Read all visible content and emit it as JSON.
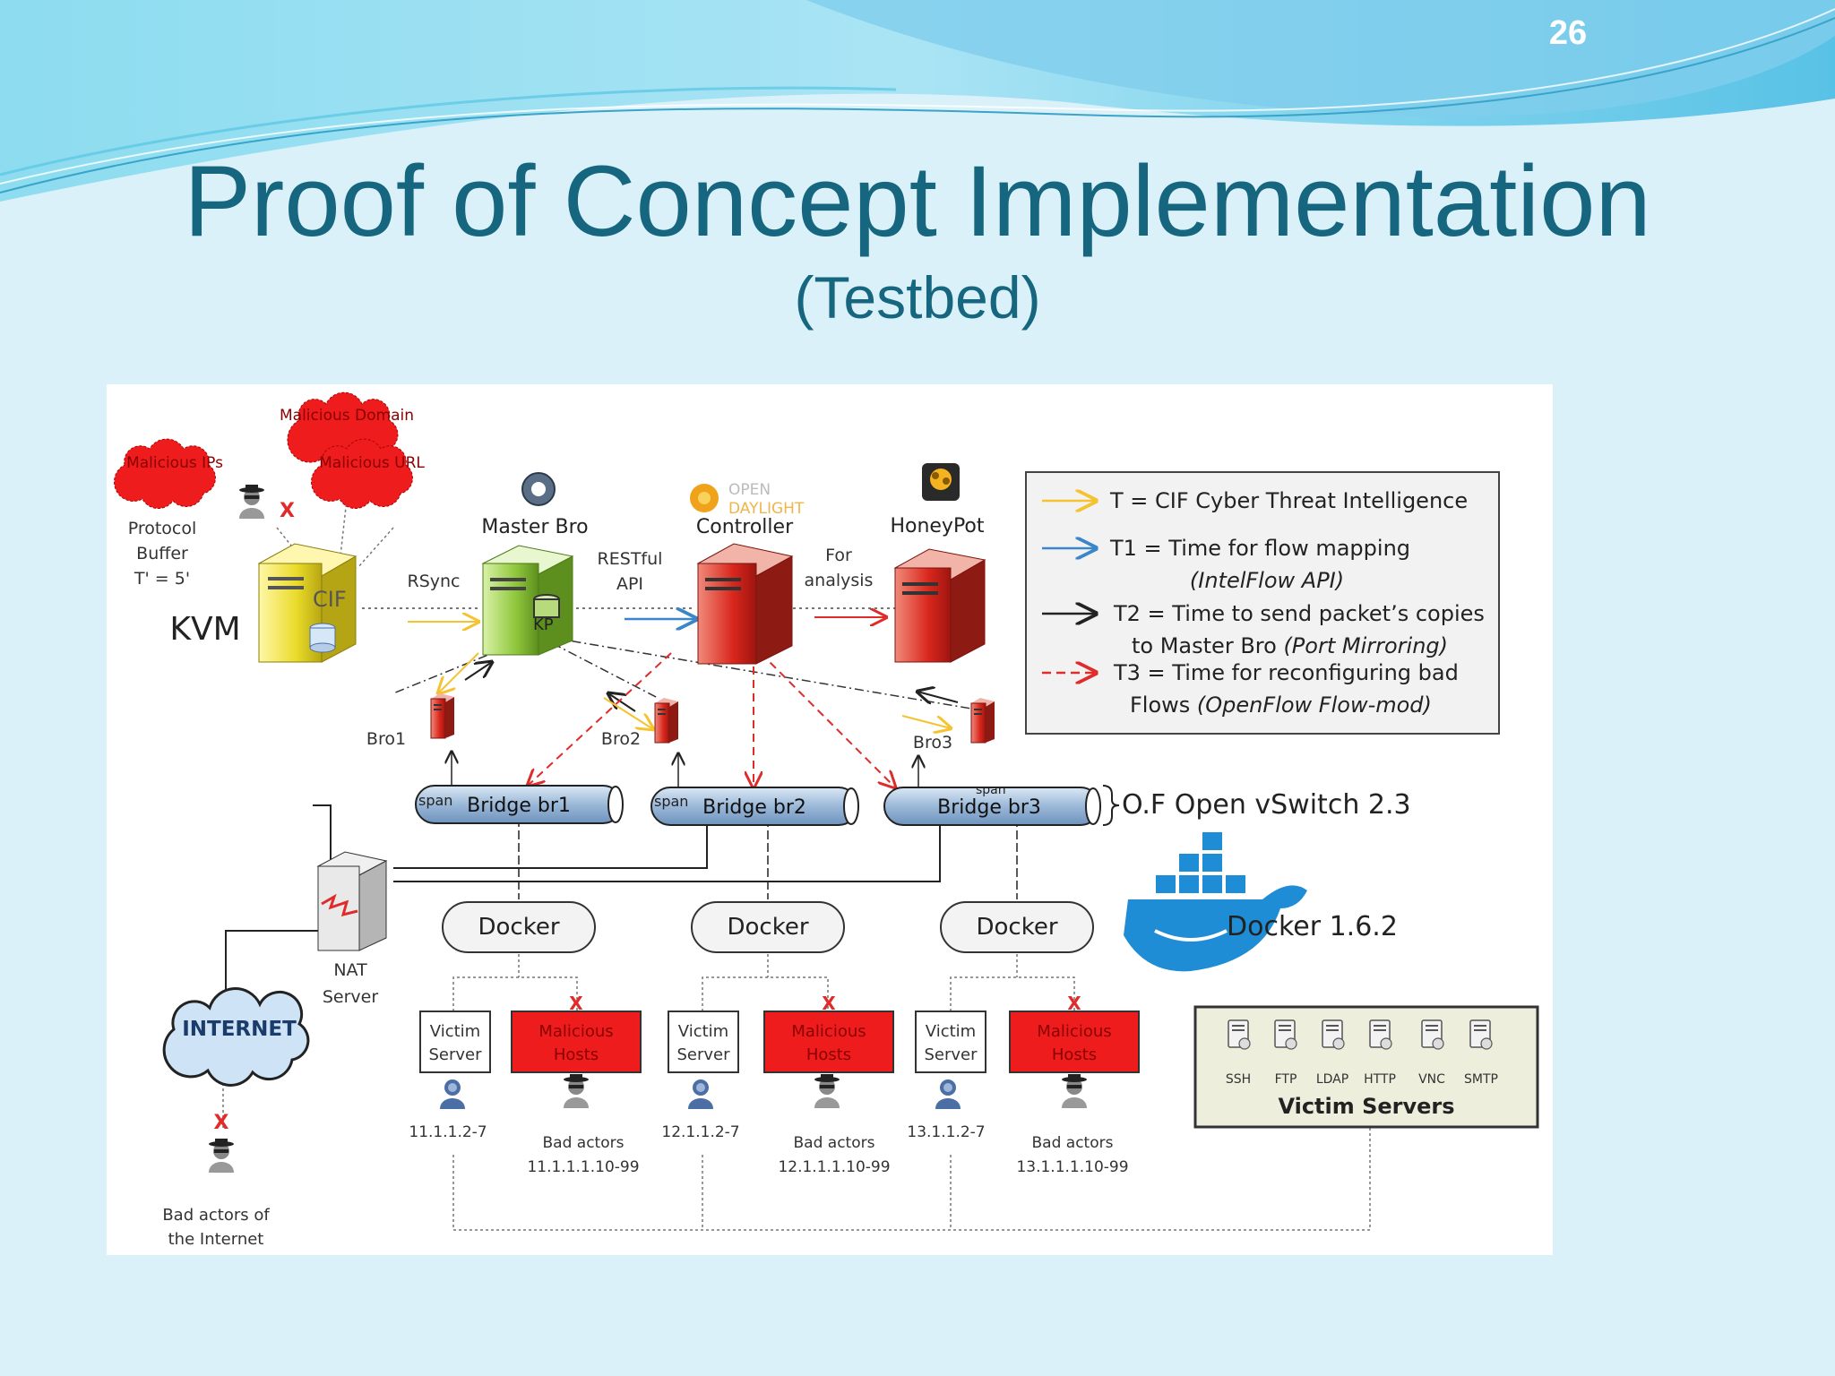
{
  "slide": {
    "number": "26",
    "title": "Proof of Concept Implementation",
    "subtitle": "(Testbed)"
  },
  "colors": {
    "title": "#15667e",
    "background": "#dbf1f9",
    "wave_light": "#8ddcf0",
    "wave_dark": "#58c2e6",
    "arrow_cif": "#f5c330",
    "arrow_flow_mapping": "#3a86c8",
    "arrow_packet_copies": "#222222",
    "arrow_reconfigure": "#e02b2b",
    "malicious_red": "#ee1c1c"
  },
  "diagram": {
    "clouds": {
      "malicious_domain": "Malicious Domain",
      "malicious_ips": "Malicious IPs",
      "malicious_url": "Malicious URL"
    },
    "protocol_buffer": [
      "Protocol",
      "Buffer",
      "T' = 5'"
    ],
    "kvm": "KVM",
    "cif": "CIF",
    "rsync": "RSync",
    "master_bro": "Master Bro",
    "kp": "KP",
    "restful_api": [
      "RESTful",
      "API"
    ],
    "opendaylight_logo": [
      "OPEN",
      "DAYLIGHT"
    ],
    "controller": "Controller",
    "for_analysis": [
      "For",
      "analysis"
    ],
    "honeypot": "HoneyPot",
    "bros": [
      "Bro1",
      "Bro2",
      "Bro3"
    ],
    "bridges": [
      "Bridge br1",
      "Bridge br2",
      "Bridge br3"
    ],
    "span": "span",
    "ovs": "O.F Open vSwitch 2.3",
    "docker_boxes": [
      "Docker",
      "Docker",
      "Docker"
    ],
    "docker_version": "Docker 1.6.2",
    "nat_server": [
      "NAT",
      "Server"
    ],
    "internet": "INTERNET",
    "victim_server": [
      "Victim",
      "Server"
    ],
    "malicious_hosts": [
      "Malicious",
      "Hosts"
    ],
    "subnets": [
      {
        "victim_ip": "11.1.1.2-7",
        "bad_actors": "Bad actors",
        "bad_ip": "11.1.1.1.10-99"
      },
      {
        "victim_ip": "12.1.1.2-7",
        "bad_actors": "Bad actors",
        "bad_ip": "12.1.1.1.10-99"
      },
      {
        "victim_ip": "13.1.1.2-7",
        "bad_actors": "Bad actors",
        "bad_ip": "13.1.1.1.10-99"
      }
    ],
    "internet_bad_actors": [
      "Bad actors of",
      "the Internet"
    ],
    "x_mark": "X",
    "legend": [
      {
        "line1": "T = CIF Cyber Threat Intelligence"
      },
      {
        "line1": "T1 = Time for flow mapping",
        "line2": "(IntelFlow API)"
      },
      {
        "line1": "T2 = Time to send packet’s copies",
        "line2a": "to Master Bro ",
        "line2b": "(Port Mirroring)"
      },
      {
        "line1": "T3 = Time for reconfiguring bad",
        "line2a": "Flows ",
        "line2b": "(OpenFlow Flow-mod)"
      }
    ],
    "victim_servers": {
      "title": "Victim Servers",
      "services": [
        "SSH",
        "FTP",
        "LDAP",
        "HTTP",
        "VNC",
        "SMTP"
      ]
    }
  }
}
